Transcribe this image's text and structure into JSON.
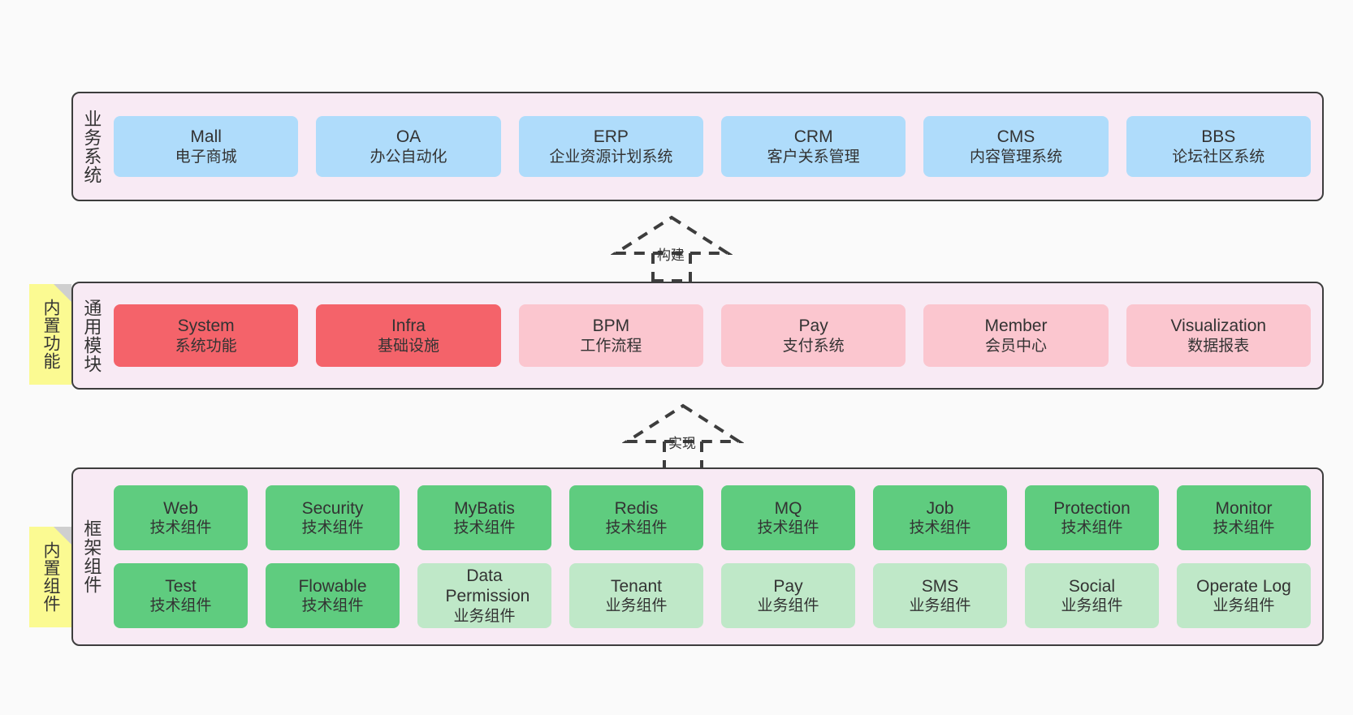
{
  "diagram": {
    "background_color": "#fafafa",
    "panel_color": "#f8eaf4",
    "panel_border_color": "#3d3d3d",
    "sticky_color": "#fbfa92",
    "sticky_fold_color": "#cfcfcf"
  },
  "layers": [
    {
      "id": "business-system",
      "title": "业务系统",
      "sticky": null,
      "rows": [
        {
          "cards": [
            {
              "title": "Mall",
              "sub": "电子商城",
              "color": "#afdcfb",
              "variant": "c-blue"
            },
            {
              "title": "OA",
              "sub": "办公自动化",
              "color": "#afdcfb",
              "variant": "c-blue"
            },
            {
              "title": "ERP",
              "sub": "企业资源计划系统",
              "color": "#afdcfb",
              "variant": "c-blue"
            },
            {
              "title": "CRM",
              "sub": "客户关系管理",
              "color": "#afdcfb",
              "variant": "c-blue"
            },
            {
              "title": "CMS",
              "sub": "内容管理系统",
              "color": "#afdcfb",
              "variant": "c-blue"
            },
            {
              "title": "BBS",
              "sub": "论坛社区系统",
              "color": "#afdcfb",
              "variant": "c-blue"
            }
          ]
        }
      ]
    },
    {
      "id": "common-module",
      "title": "通用模块",
      "sticky": "内置功能",
      "rows": [
        {
          "cards": [
            {
              "title": "System",
              "sub": "系统功能",
              "color": "#f4636a",
              "variant": "c-red-strong"
            },
            {
              "title": "Infra",
              "sub": "基础设施",
              "color": "#f4636a",
              "variant": "c-red-strong"
            },
            {
              "title": "BPM",
              "sub": "工作流程",
              "color": "#fbc6cf",
              "variant": "c-red-light"
            },
            {
              "title": "Pay",
              "sub": "支付系统",
              "color": "#fbc6cf",
              "variant": "c-red-light"
            },
            {
              "title": "Member",
              "sub": "会员中心",
              "color": "#fbc6cf",
              "variant": "c-red-light"
            },
            {
              "title": "Visualization",
              "sub": "数据报表",
              "color": "#fbc6cf",
              "variant": "c-red-light"
            }
          ]
        }
      ]
    },
    {
      "id": "framework-component",
      "title": "框架组件",
      "sticky": "内置组件",
      "rows": [
        {
          "cards": [
            {
              "title": "Web",
              "sub": "技术组件",
              "color": "#5fcc7f",
              "variant": "c-green-strong"
            },
            {
              "title": "Security",
              "sub": "技术组件",
              "color": "#5fcc7f",
              "variant": "c-green-strong"
            },
            {
              "title": "MyBatis",
              "sub": "技术组件",
              "color": "#5fcc7f",
              "variant": "c-green-strong"
            },
            {
              "title": "Redis",
              "sub": "技术组件",
              "color": "#5fcc7f",
              "variant": "c-green-strong"
            },
            {
              "title": "MQ",
              "sub": "技术组件",
              "color": "#5fcc7f",
              "variant": "c-green-strong"
            },
            {
              "title": "Job",
              "sub": "技术组件",
              "color": "#5fcc7f",
              "variant": "c-green-strong"
            },
            {
              "title": "Protection",
              "sub": "技术组件",
              "color": "#5fcc7f",
              "variant": "c-green-strong"
            },
            {
              "title": "Monitor",
              "sub": "技术组件",
              "color": "#5fcc7f",
              "variant": "c-green-strong"
            }
          ]
        },
        {
          "cards": [
            {
              "title": "Test",
              "sub": "技术组件",
              "color": "#5fcc7f",
              "variant": "c-green-strong"
            },
            {
              "title": "Flowable",
              "sub": "技术组件",
              "color": "#5fcc7f",
              "variant": "c-green-strong"
            },
            {
              "title": "Data Permission",
              "sub": "业务组件",
              "color": "#bfe8c8",
              "variant": "c-green-light"
            },
            {
              "title": "Tenant",
              "sub": "业务组件",
              "color": "#bfe8c8",
              "variant": "c-green-light"
            },
            {
              "title": "Pay",
              "sub": "业务组件",
              "color": "#bfe8c8",
              "variant": "c-green-light"
            },
            {
              "title": "SMS",
              "sub": "业务组件",
              "color": "#bfe8c8",
              "variant": "c-green-light"
            },
            {
              "title": "Social",
              "sub": "业务组件",
              "color": "#bfe8c8",
              "variant": "c-green-light"
            },
            {
              "title": "Operate Log",
              "sub": "业务组件",
              "color": "#bfe8c8",
              "variant": "c-green-light"
            }
          ]
        }
      ]
    }
  ],
  "connectors": [
    {
      "id": "build",
      "label": "构建",
      "style": "dashed-generalization",
      "direction": "up",
      "from": "common-module",
      "to": "business-system"
    },
    {
      "id": "implement",
      "label": "实现",
      "style": "dashed-generalization",
      "direction": "up",
      "from": "framework-component",
      "to": "common-module"
    }
  ]
}
